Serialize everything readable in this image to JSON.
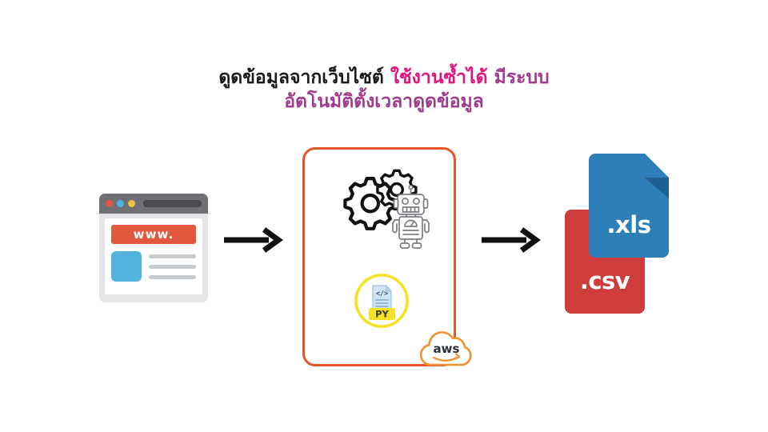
{
  "headline": {
    "line1_black": "ดูดข้อมูลจากเว็บไซต์",
    "line1_pink": "ใช้งานซ้ำได้",
    "line1_purple": "มีระบบ",
    "line2_purple": "อัตโนมัติตั้งเวลาดูดข้อมูล"
  },
  "colors": {
    "black_text": "#1a1a1a",
    "pink_text": "#e0157e",
    "purple_text": "#a03a8c",
    "panel_border": "#e8542a",
    "browser_chrome": "#6e7073",
    "www_red": "#e2573f",
    "thumb_blue": "#52b3e0",
    "xls_blue": "#2e7eb8",
    "csv_red": "#ce3c3c",
    "py_yellow": "#f5e125",
    "aws_orange": "#f0912d"
  },
  "source": {
    "name": "browser-window",
    "www_label": "www.",
    "dots": [
      "red",
      "blue",
      "yellow"
    ],
    "address_bar": "",
    "text_lines": 3
  },
  "process": {
    "name": "automation-panel",
    "gears_icon": "gears-icon",
    "robot_icon": "robot-icon",
    "script_badge": {
      "label": "PY",
      "code_glyph": "</>",
      "icon": "python-file-icon"
    },
    "cloud": {
      "label": "aws",
      "icon": "aws-cloud-icon"
    }
  },
  "outputs": {
    "name": "output-files",
    "files": [
      {
        "label": ".xls",
        "color": "#2e7eb8"
      },
      {
        "label": ".csv",
        "color": "#ce3c3c"
      }
    ]
  },
  "arrows": [
    {
      "name": "arrow-source-to-process",
      "direction": "right"
    },
    {
      "name": "arrow-process-to-output",
      "direction": "right"
    }
  ]
}
